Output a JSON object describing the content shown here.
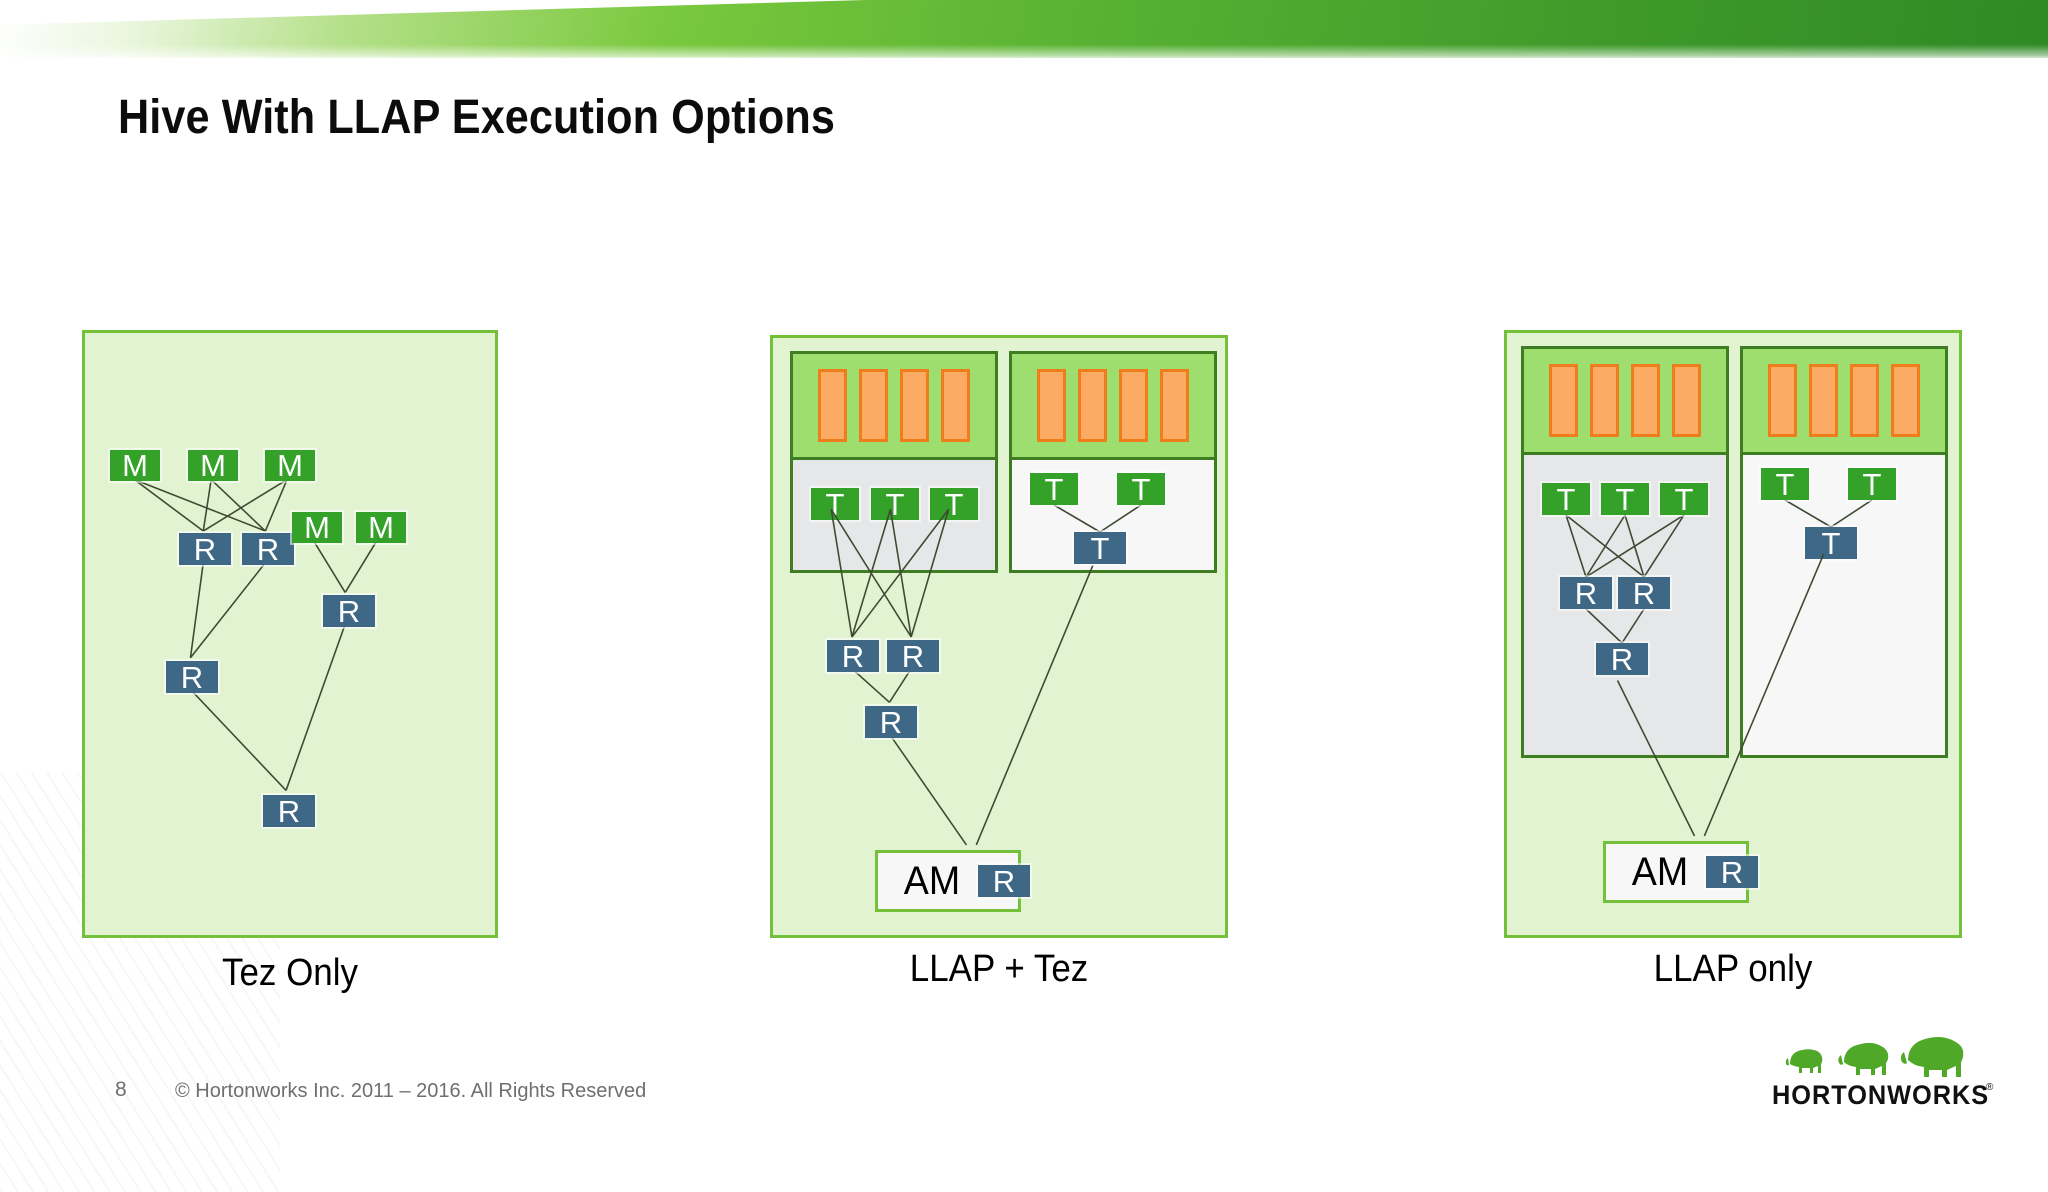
{
  "slide": {
    "title": "Hive With LLAP Execution Options",
    "page_number": "8",
    "copyright": "© Hortonworks Inc. 2011 – 2016. All Rights Reserved"
  },
  "brand": {
    "name": "HORTONWORKS",
    "trademark": "®",
    "accent_green": "#74c038",
    "banner_green_dark": "#2f8a25",
    "node_green": "#34a229",
    "node_blue": "#3f6887",
    "orange_fill": "#fbab64",
    "orange_border": "#ef7d1c",
    "panel_fill": "#e2f3d2",
    "daemon_top_fill": "#9ede6e",
    "daemon_body_grey": "#e6e7e8",
    "daemon_body_white": "#f7f7f7"
  },
  "panels": [
    {
      "id": "tez-only",
      "caption": "Tez Only",
      "nodes": [
        {
          "label": "M",
          "kind": "mapper"
        },
        {
          "label": "M",
          "kind": "mapper"
        },
        {
          "label": "M",
          "kind": "mapper"
        },
        {
          "label": "R",
          "kind": "reducer"
        },
        {
          "label": "R",
          "kind": "reducer"
        },
        {
          "label": "M",
          "kind": "mapper"
        },
        {
          "label": "M",
          "kind": "mapper"
        },
        {
          "label": "R",
          "kind": "reducer"
        },
        {
          "label": "R",
          "kind": "reducer"
        },
        {
          "label": "R",
          "kind": "reducer"
        }
      ]
    },
    {
      "id": "llap-plus-tez",
      "caption": "LLAP + Tez",
      "daemons": [
        {
          "id": "daemon-left",
          "executor_count": 4,
          "body": "grey",
          "nodes": [
            {
              "label": "T"
            },
            {
              "label": "T"
            },
            {
              "label": "T"
            }
          ]
        },
        {
          "id": "daemon-right",
          "executor_count": 4,
          "body": "white",
          "nodes": [
            {
              "label": "T"
            },
            {
              "label": "T"
            },
            {
              "label": "T",
              "kind": "blue"
            }
          ]
        }
      ],
      "nodes": [
        {
          "label": "R",
          "kind": "reducer"
        },
        {
          "label": "R",
          "kind": "reducer"
        },
        {
          "label": "R",
          "kind": "reducer"
        }
      ],
      "am": {
        "label": "AM",
        "node_label": "R"
      }
    },
    {
      "id": "llap-only",
      "caption": "LLAP only",
      "daemons": [
        {
          "id": "daemon-left",
          "executor_count": 4,
          "body": "grey",
          "nodes": [
            {
              "label": "T"
            },
            {
              "label": "T"
            },
            {
              "label": "T"
            },
            {
              "label": "R",
              "kind": "reducer"
            },
            {
              "label": "R",
              "kind": "reducer"
            },
            {
              "label": "R",
              "kind": "reducer"
            }
          ]
        },
        {
          "id": "daemon-right",
          "executor_count": 4,
          "body": "white",
          "nodes": [
            {
              "label": "T"
            },
            {
              "label": "T"
            },
            {
              "label": "T",
              "kind": "blue"
            }
          ]
        }
      ],
      "am": {
        "label": "AM",
        "node_label": "R"
      }
    }
  ]
}
